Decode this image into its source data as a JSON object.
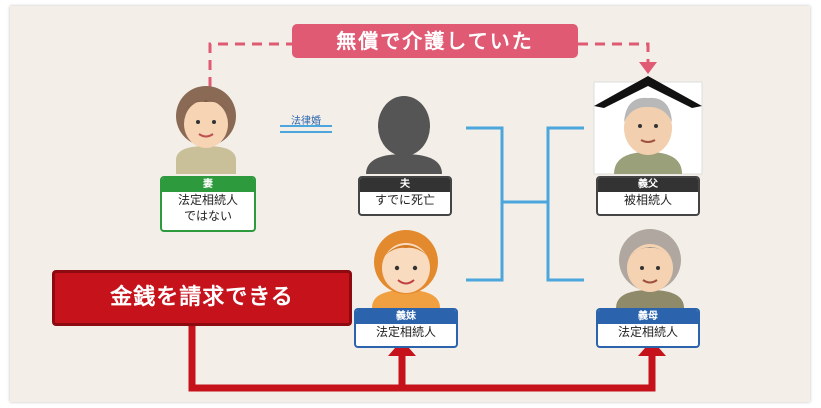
{
  "banner_care": "無償で介護していた",
  "banner_claim": "金銭を請求できる",
  "marriage_label": "法律婚",
  "nodes": {
    "wife": {
      "tag": "妻",
      "line1": "法定相続人",
      "line2": "ではない"
    },
    "husband": {
      "tag": "夫",
      "line1": "すでに死亡"
    },
    "father_in_law": {
      "tag": "義父",
      "line1": "被相続人"
    },
    "sister_in_law": {
      "tag": "義妹",
      "line1": "法定相続人"
    },
    "mother_in_law": {
      "tag": "義母",
      "line1": "法定相続人"
    }
  },
  "colors": {
    "background": "#f3efe8",
    "pink": "#e05a74",
    "red": "#c5121b",
    "blue": "#4aa6dd",
    "green": "#2e9a3e",
    "navy": "#2b64ad"
  }
}
